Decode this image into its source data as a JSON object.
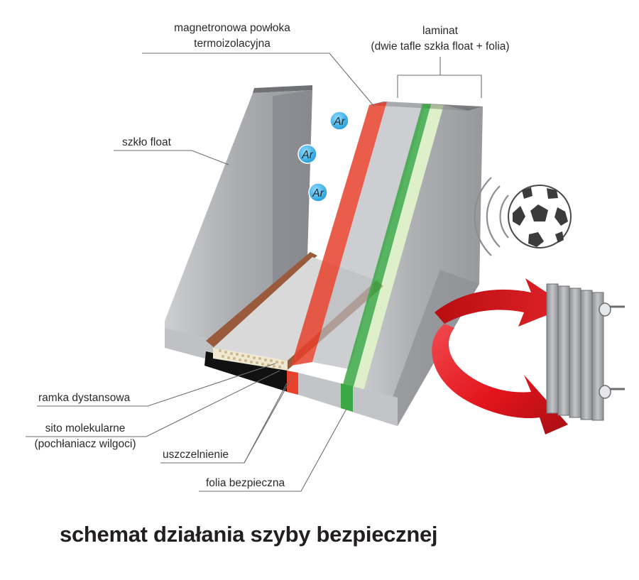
{
  "labels": {
    "coating_line1": "magnetronowa powłoka",
    "coating_line2": "termoizolacyjna",
    "laminate_line1": "laminat",
    "laminate_line2": "(dwie tafle szkła float + folia)",
    "float_glass": "szkło float",
    "spacer_frame": "ramka dystansowa",
    "sieve_line1": "sito molekularne",
    "sieve_line2": "(pochłaniacz wilgoci)",
    "sealant": "uszczelnienie",
    "safety_foil": "folia bezpieczna"
  },
  "argon": [
    "Ar",
    "Ar",
    "Ar"
  ],
  "caption": "schemat działania szyby bezpiecznej",
  "colors": {
    "glass": "#a9abb0",
    "glass_dark": "#7d7f84",
    "coating": "#e8412c",
    "foil": "#3aa845",
    "spacer": "#9a5a3c",
    "sealant_black": "#111111",
    "arrow": "#e3141b",
    "argon": "#29a9e0",
    "radiator": "#a7a9ac"
  },
  "icons": [
    "argon-bubble-icon",
    "football-icon",
    "radiator-icon",
    "heat-reflection-arrow-icon",
    "impact-waves-icon"
  ]
}
